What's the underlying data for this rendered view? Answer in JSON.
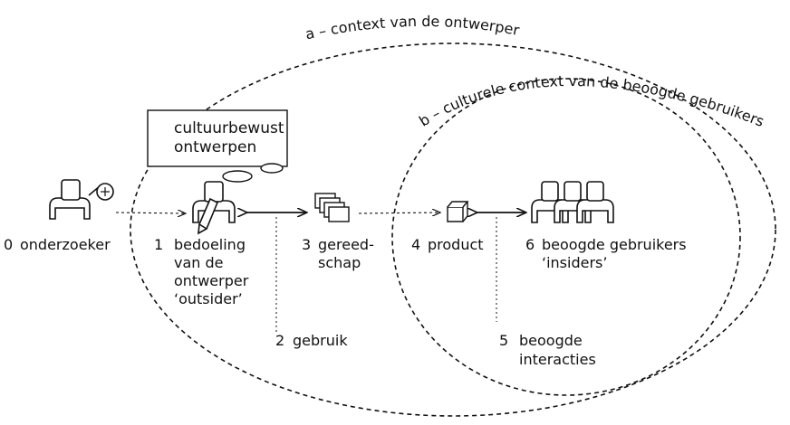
{
  "contexts": {
    "a": "a – context van de ontwerper",
    "b": "b – culturele context van de beoogde gebruikers"
  },
  "thought_bubble": {
    "line1": "cultuurbewust",
    "line2": "ontwerpen"
  },
  "nodes": {
    "n0": {
      "number": "0",
      "line1": "onderzoeker",
      "icon": "researcher-magnifier-icon"
    },
    "n1": {
      "number": "1",
      "line1": "bedoeling",
      "line2": "van de",
      "line3": "ontwerper",
      "line4": "‘outsider’",
      "icon": "designer-pencil-icon"
    },
    "n2": {
      "number": "2",
      "line1": "gebruik"
    },
    "n3": {
      "number": "3",
      "line1": "gereed-",
      "line2": "schap",
      "icon": "tools-cards-icon"
    },
    "n4": {
      "number": "4",
      "line1": "product",
      "icon": "product-cube-icon"
    },
    "n5": {
      "number": "5",
      "line1": "beoogde",
      "line2": "interacties"
    },
    "n6": {
      "number": "6",
      "line1": "beoogde gebruikers",
      "line2": "‘insiders’",
      "icon": "user-group-icon"
    }
  },
  "colors": {
    "stroke": "#111111",
    "background": "#ffffff"
  }
}
